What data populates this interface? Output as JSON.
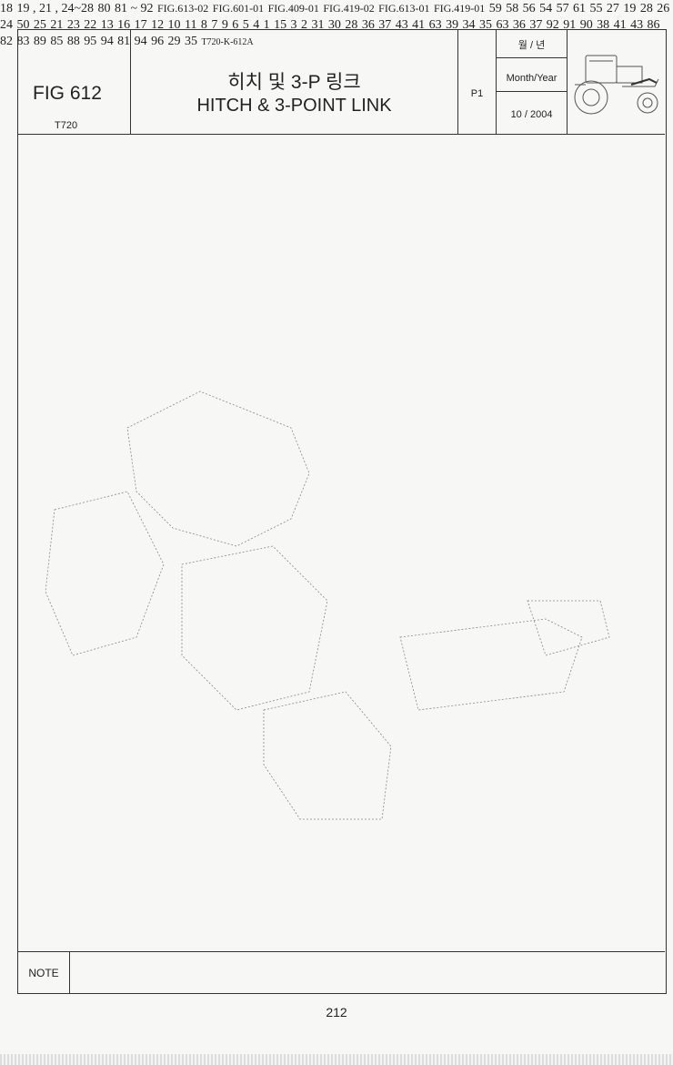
{
  "header": {
    "fig_label": "FIG 612",
    "model": "T720",
    "title_ko": "히치 및 3-P 링크",
    "title_en": "HITCH & 3-POINT LINK",
    "page": "P1",
    "month_year_ko": "월 / 년",
    "month_year_en": "Month/Year",
    "date": "10 / 2004"
  },
  "diagram": {
    "groups": [
      {
        "parent": "18",
        "children": "19 , 21 , 24~28"
      },
      {
        "parent": "80",
        "children": "81 ~ 92"
      }
    ],
    "figure_refs": [
      "FIG.613-02",
      "FIG.601-01",
      "FIG.409-01",
      "FIG.419-02",
      "FIG.613-01",
      "FIG.419-01"
    ],
    "callouts": [
      "59",
      "58",
      "56",
      "54",
      "57",
      "61",
      "55",
      "27",
      "19",
      "28",
      "26",
      "24",
      "50",
      "25",
      "21",
      "23",
      "22",
      "13",
      "16",
      "17",
      "12",
      "10",
      "11",
      "8",
      "7",
      "9",
      "6",
      "5",
      "4",
      "1",
      "15",
      "3",
      "2",
      "31",
      "30",
      "28",
      "36",
      "37",
      "43",
      "41",
      "63",
      "39",
      "34",
      "35",
      "63",
      "36",
      "37",
      "92",
      "91",
      "90",
      "38",
      "41",
      "43",
      "86",
      "82",
      "83",
      "89",
      "85",
      "88",
      "95",
      "94",
      "81",
      "94",
      "96",
      "29",
      "35"
    ],
    "drawing_code": "T720-K-612A"
  },
  "note": {
    "label": "NOTE",
    "text": ""
  },
  "footer": {
    "page_number": "212"
  }
}
